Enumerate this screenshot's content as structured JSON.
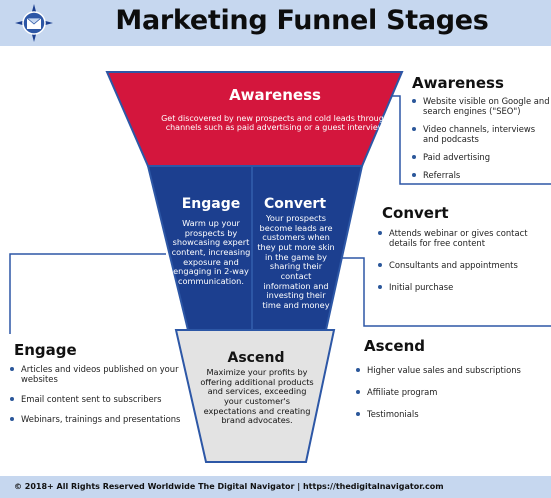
{
  "title": "Marketing Funnel Stages",
  "funnel": {
    "awareness": {
      "title": "Awareness",
      "text": "Get discovered by new prospects and cold leads through channels such as paid advertising or a guest interview"
    },
    "engage": {
      "title": "Engage",
      "text": "Warm up your prospects by showcasing expert content, increasing exposure and engaging in 2-way communication."
    },
    "convert": {
      "title": "Convert",
      "text": "Your prospects become leads are customers when they put more skin in the game by sharing their contact information and investing their time and money"
    },
    "ascend": {
      "title": "Ascend",
      "text": "Maximize your profits by offering additional products and services, exceeding your customer's expectations and creating brand advocates."
    }
  },
  "sections": {
    "awareness": {
      "title": "Awareness",
      "items": [
        "Website visible on Google and search engines (\"SEO\")",
        "Video channels, interviews and podcasts",
        "Paid advertising",
        "Referrals"
      ]
    },
    "convert": {
      "title": "Convert",
      "items": [
        "Attends webinar or gives contact details for free content",
        "Consultants and appointments",
        "Initial purchase"
      ]
    },
    "ascend": {
      "title": "Ascend",
      "items": [
        "Higher value sales and subscriptions",
        "Affiliate program",
        "Testimonials"
      ]
    },
    "engage": {
      "title": "Engage",
      "items": [
        "Articles and videos published on your websites",
        "Email content sent to subscribers",
        "Webinars, trainings and presentations"
      ]
    }
  },
  "footer": "© 2018+ All Rights Reserved Worldwide The Digital Navigator | https://thedigitalnavigator.com",
  "colors": {
    "awareness": "#d4163d",
    "engage_convert": "#1c3f8f",
    "ascend": "#e3e3e3",
    "border": "#2d57a6",
    "header_band": "#c6d7ef"
  },
  "icons": {
    "logo": "compass-logo-icon"
  }
}
